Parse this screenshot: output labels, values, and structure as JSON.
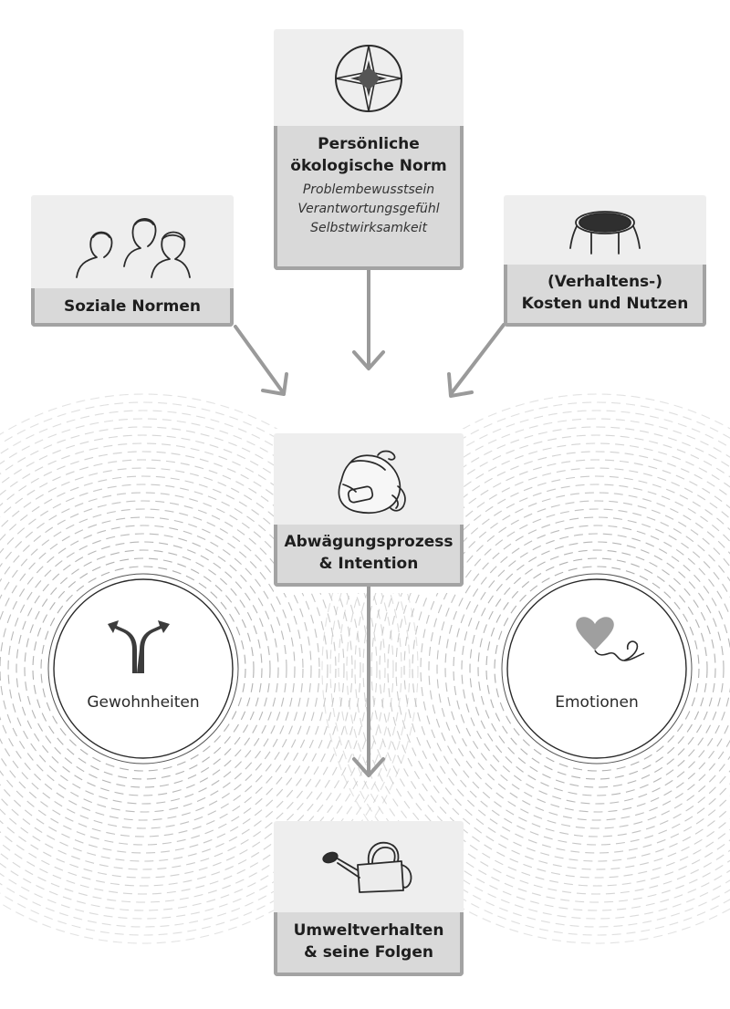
{
  "nodes": {
    "norm": {
      "title_line1": "Persönliche",
      "title_line2": "ökologische Norm",
      "sub1": "Problembewusstsein",
      "sub2": "Verantwortungsgefühl",
      "sub3": "Selbstwirksamkeit",
      "icon": "compass-icon"
    },
    "social": {
      "title": "Soziale Normen",
      "icon": "people-icon"
    },
    "costs": {
      "title_line1": "(Verhaltens-)",
      "title_line2": "Kosten und Nutzen",
      "icon": "trampoline-icon"
    },
    "process": {
      "title_line1": "Abwägungsprozess",
      "title_line2": "& Intention",
      "icon": "backpack-icon"
    },
    "behavior": {
      "title_line1": "Umweltverhalten",
      "title_line2": "& seine Folgen",
      "icon": "watering-can-icon"
    }
  },
  "circles": {
    "habits": {
      "label": "Gewohnheiten",
      "icon": "fork-arrow-icon"
    },
    "emotions": {
      "label": "Emotionen",
      "icon": "heart-balloon-icon"
    }
  },
  "colors": {
    "icon_bg": "#eeeeee",
    "label_bg": "#d9d9d9",
    "border": "#a3a3a3",
    "arrow": "#9a9a9a",
    "ring": "#b0b0b0"
  }
}
